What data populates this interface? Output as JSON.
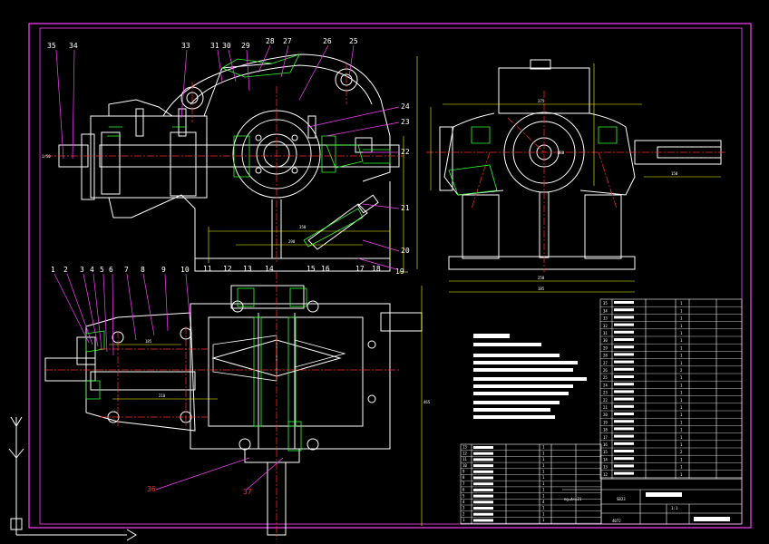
{
  "drawing": {
    "callouts_top": [
      "35",
      "34",
      "33",
      "31",
      "30",
      "29",
      "28",
      "27",
      "26",
      "25",
      "24",
      "23",
      "22",
      "21",
      "20",
      "19",
      "18",
      "17",
      "16",
      "15",
      "14",
      "13",
      "12",
      "11"
    ],
    "callouts_left": [
      "1",
      "2",
      "3",
      "4",
      "5",
      "6",
      "7",
      "8",
      "9",
      "10"
    ],
    "callouts_bottom": [
      "36",
      "37"
    ],
    "dimensions": [
      "1/50",
      "350",
      "290",
      "375",
      "250",
      "185",
      "150",
      "210",
      "185",
      "465",
      "Ø80"
    ],
    "scale_label": "1:1",
    "drawing_number": "4072",
    "tech_title": "SB23",
    "note_formula": "ng=Δ×=21"
  },
  "bom_right": [
    {
      "no": "35",
      "qty": "1"
    },
    {
      "no": "34",
      "qty": "1"
    },
    {
      "no": "33",
      "qty": "1"
    },
    {
      "no": "32",
      "qty": "1"
    },
    {
      "no": "31",
      "qty": "1"
    },
    {
      "no": "30",
      "qty": "1"
    },
    {
      "no": "29",
      "qty": "1"
    },
    {
      "no": "28",
      "qty": "1"
    },
    {
      "no": "27",
      "qty": "1"
    },
    {
      "no": "26",
      "qty": "2"
    },
    {
      "no": "25",
      "qty": "1"
    },
    {
      "no": "24",
      "qty": "1"
    },
    {
      "no": "23",
      "qty": "1"
    },
    {
      "no": "22",
      "qty": "1"
    },
    {
      "no": "21",
      "qty": "1"
    },
    {
      "no": "20",
      "qty": "1"
    },
    {
      "no": "19",
      "qty": "1"
    },
    {
      "no": "18",
      "qty": "1"
    },
    {
      "no": "17",
      "qty": "1"
    },
    {
      "no": "16",
      "qty": "1"
    },
    {
      "no": "15",
      "qty": "2"
    },
    {
      "no": "14",
      "qty": "1"
    },
    {
      "no": "13",
      "qty": "1"
    },
    {
      "no": "12",
      "qty": "1"
    }
  ],
  "bom_left": [
    {
      "no": "13",
      "qty": "1"
    },
    {
      "no": "12",
      "qty": "1"
    },
    {
      "no": "11",
      "qty": "1"
    },
    {
      "no": "10",
      "qty": "1"
    },
    {
      "no": "9",
      "qty": "1"
    },
    {
      "no": "8",
      "qty": "1"
    },
    {
      "no": "7",
      "qty": "1"
    },
    {
      "no": "6",
      "qty": "1"
    },
    {
      "no": "5",
      "qty": "1"
    },
    {
      "no": "4",
      "qty": "4"
    },
    {
      "no": "3",
      "qty": "1"
    },
    {
      "no": "2",
      "qty": "1"
    },
    {
      "no": "1",
      "qty": "1"
    }
  ],
  "colors": {
    "frame": "#ff40ff",
    "object": "#ffffff",
    "centerline": "#ff3030",
    "hatch": "#30ff30",
    "dimension": "#ffff00",
    "leader": "#ff40ff",
    "accent": "#00ffff"
  }
}
